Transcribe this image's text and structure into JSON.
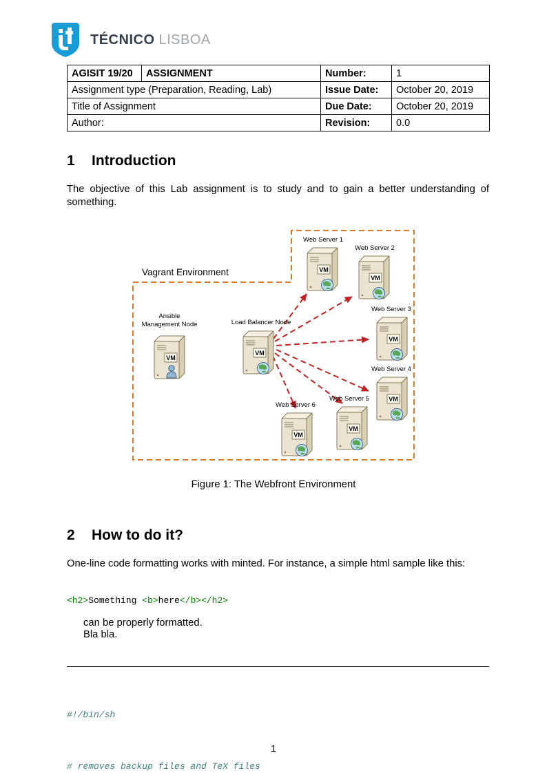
{
  "logo": {
    "tecnico": "TÉCNICO",
    "lisboa": "LISBOA"
  },
  "header_table": {
    "row1": {
      "c1": "AGISIT 19/20",
      "c2": "ASSIGNMENT",
      "label": "Number:",
      "value": "1"
    },
    "row2": {
      "c1": "Assignment type (Preparation, Reading, Lab)",
      "label": "Issue Date:",
      "value": "October 20, 2019"
    },
    "row3": {
      "c1": "Title of Assignment",
      "label": "Due Date:",
      "value": "October 20, 2019"
    },
    "row4": {
      "c1": "Author:",
      "label": "Revision:",
      "value": "0.0"
    }
  },
  "section1": {
    "number": "1",
    "title": "Introduction",
    "body": "The objective of this Lab assignment is to study and to gain a better understanding of something."
  },
  "figure": {
    "env_label": "Vagrant Environment",
    "caption": "Figure 1: The Webfront Environment",
    "nodes": {
      "ansible_line1": "Ansible",
      "ansible_line2": "Management Node",
      "load_balancer": "Load Balancer Node",
      "ws1": "Web Server 1",
      "ws2": "Web Server 2",
      "ws3": "Web Server 3",
      "ws4": "Web Server 4",
      "ws5": "Web Server 5",
      "ws6": "Web Server 6",
      "vm": "VM"
    }
  },
  "section2": {
    "number": "2",
    "title": "How to do it?",
    "body": "One-line code formatting works with minted.  For instance, a simple html sample like this:",
    "after_code_1": "can be properly formatted.",
    "after_code_2": "Bla bla."
  },
  "inline_code": {
    "t0": "<h2>",
    "t1": "Something ",
    "t2": "<b>",
    "t3": "here",
    "t4": "</b>",
    "t5": "</h2>"
  },
  "code_block": {
    "line1": "#!/bin/sh",
    "line2": "# removes backup files and TeX files"
  },
  "page_number": "1"
}
